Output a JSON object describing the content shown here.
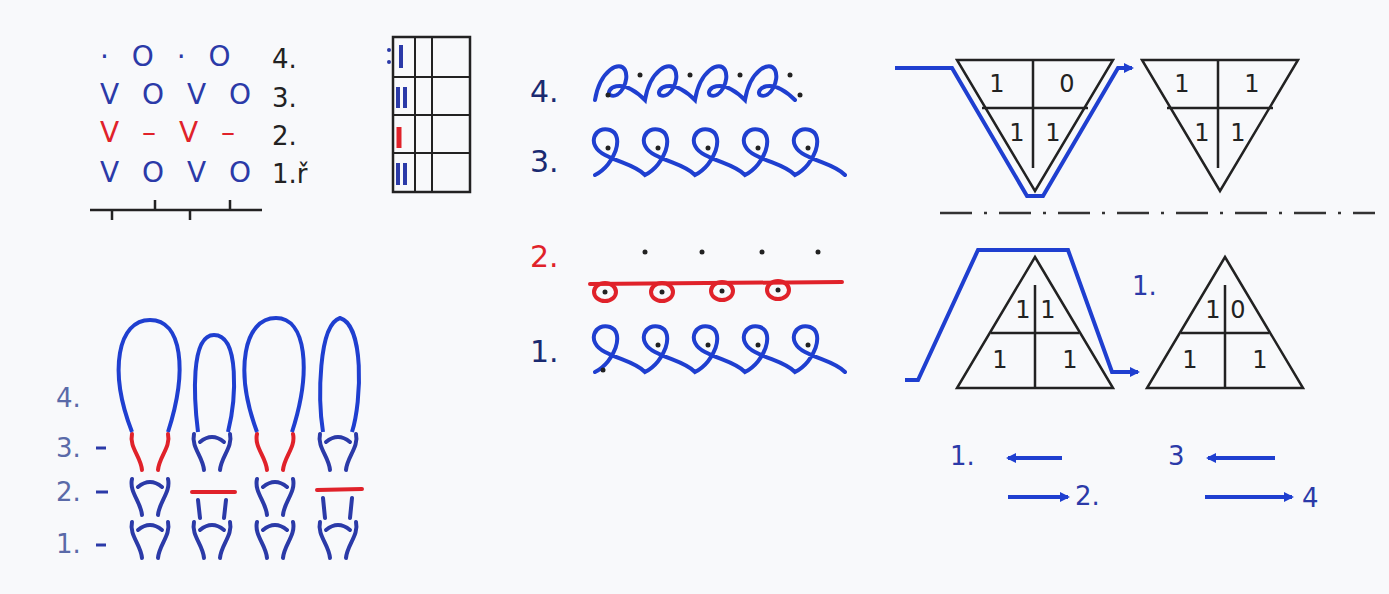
{
  "diagram": {
    "nodes": [
      {
        "text": [
          "1",
          "0",
          "1",
          "1"
        ]
      },
      {
        "text": [
          "1",
          "1",
          "1",
          "1"
        ]
      },
      {
        "text": [
          "1",
          "1",
          "1",
          "1"
        ]
      },
      {
        "text": [
          "1",
          "0",
          "1",
          "1"
        ]
      }
    ],
    "labels": [
      "· O · O",
      "4.",
      "V O V O",
      "3.",
      "V – V –",
      "2.",
      "V O V O",
      "1.ř",
      "4.",
      "3.",
      "2.",
      "1.",
      "4.",
      "3.",
      "2.",
      "1.",
      "1.",
      "1.",
      "2.",
      "3",
      "4"
    ]
  }
}
